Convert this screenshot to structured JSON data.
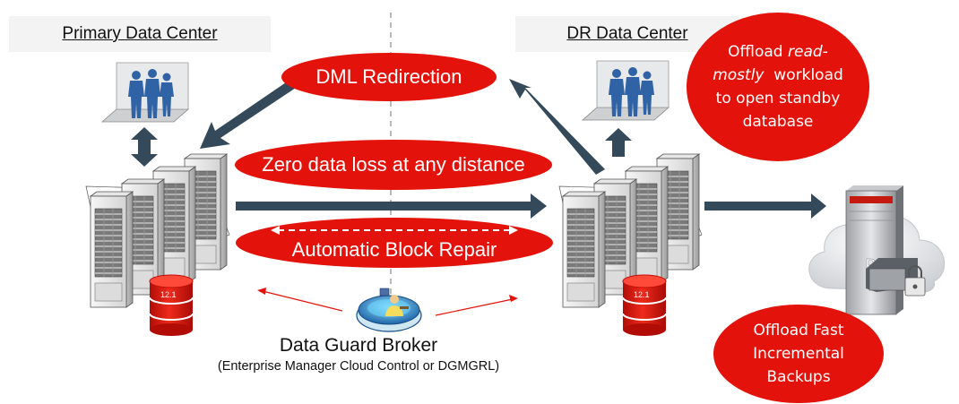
{
  "title_primary": "Primary Data Center",
  "title_dr": "DR Data Center",
  "ovals": {
    "dml": "DML Redirection",
    "zero_loss": "Zero data loss at any distance",
    "block_repair": "Automatic Block Repair",
    "offload_read_1": "Offload ",
    "offload_read_em_a": "read-",
    "offload_read_em_b": "mostly",
    "offload_read_2": "  workload",
    "offload_read_3": "to open standby",
    "offload_read_4": "database",
    "backup_1": "Offload Fast",
    "backup_2": "Incremental",
    "backup_3": "Backups"
  },
  "broker": {
    "title": "Data Guard Broker",
    "subtitle": "(Enterprise Manager Cloud Control or DGMGRL)"
  },
  "database_version_primary": "12.1",
  "database_version_dr": "12.1",
  "backup_appliance_letter": "R",
  "colors": {
    "accent_red": "#e3130b",
    "arrow": "#34495a",
    "dashed_line": "#a8a8a8"
  }
}
